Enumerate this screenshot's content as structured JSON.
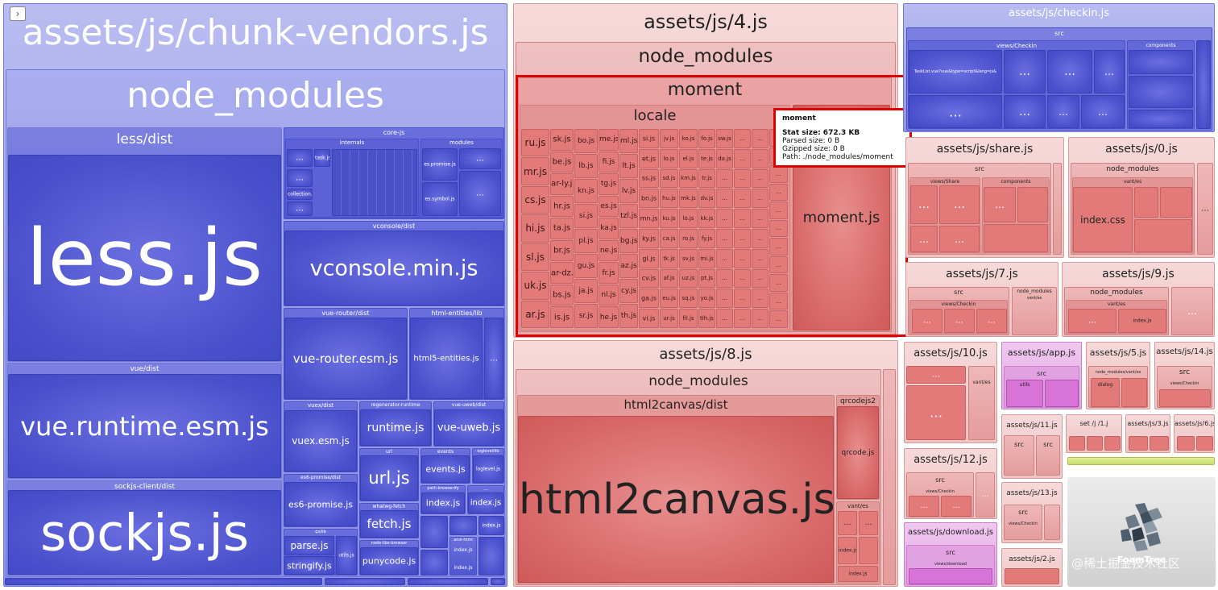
{
  "ui": {
    "toggle_glyph": "›",
    "dots": "…"
  },
  "vendors": {
    "title": "assets/js/chunk-vendors.js",
    "node_modules": "node_modules",
    "less_dist": "less/dist",
    "less_js": "less.js",
    "vue_dist": "vue/dist",
    "vue_runtime": "vue.runtime.esm.js",
    "sockjs_dist": "sockjs-client/dist",
    "sockjs": "sockjs.js",
    "core_js": "core-js",
    "internals": "internals",
    "modules": "modules",
    "es_promise": "es.promise.js",
    "es_symbol": "es.symbol.js",
    "task_js": "task.js",
    "collection_js": "collection.js",
    "vconsole_dist": "vconsole/dist",
    "vconsole": "vconsole.min.js",
    "vue_router_dist": "vue-router/dist",
    "vue_router": "vue-router.esm.js",
    "html_entities_lib": "html-entities/lib",
    "html5_entities": "html5-entities.js",
    "vuex_dist": "vuex/dist",
    "vuex": "vuex.esm.js",
    "regenerator": "regenerator-runtime",
    "runtime": "runtime.js",
    "vue_uweb_dist": "vue-uweb/dist",
    "vue_uweb": "vue-uweb.js",
    "es6_promise_dist": "es6-promise/dist",
    "es6_promise": "es6-promise.js",
    "url_pkg": "url",
    "url_js": "url.js",
    "events_pkg": "events",
    "events_js": "events.js",
    "loglevel_lib": "loglevel/lib",
    "loglevel": "loglevel.js",
    "whatwg": "whatwg-fetch",
    "fetch": "fetch.js",
    "path_browserify": "path-browserify",
    "index_js": "index.js",
    "qs_lib": "qs/lib",
    "parse": "parse.js",
    "stringify": "stringify.js",
    "utils": "utils.js",
    "node_libs": "node-libs-browser",
    "punycode": "punycode.js",
    "ansi_html": "ansi-html"
  },
  "asset4": {
    "title": "assets/js/4.js",
    "node_modules": "node_modules",
    "moment": "moment",
    "locale": "locale",
    "moment_js": "moment.js",
    "locale_cells": [
      "ru.js",
      "mr.js",
      "cs.js",
      "hi.js",
      "sl.js",
      "uk.js",
      "ar.js",
      "sk.js",
      "be.js",
      "ar-ly.js",
      "hr.js",
      "ta.js",
      "br.js",
      "ar-dz.js",
      "bs.js",
      "is.js",
      "bo.js",
      "lb.js",
      "kn.js",
      "si.js",
      "pl.js",
      "gu.js",
      "ja.js",
      "sr.js",
      "me.js",
      "fi.js",
      "tg.js",
      "es.js",
      "ka.js",
      "ne.js",
      "fr.js",
      "nl.js",
      "he.js",
      "ml.js",
      "lt.js",
      "lv.js",
      "tzl.js",
      "bg.js",
      "az.js",
      "cy.js",
      "th.js",
      "si.js",
      "et.js",
      "ss.js",
      "bn.js",
      "mn.js",
      "ky.js",
      "gl.js",
      "cv.js",
      "ga.js",
      "vi.js",
      "jv.js",
      "lo.js",
      "sd.js",
      "hu.js",
      "ku.js",
      "ca.js",
      "tk.js",
      "af.js",
      "eu.js",
      "ur.js",
      "ko.js",
      "el.js",
      "km.js",
      "mk.js",
      "lo.js",
      "ro.js",
      "sv.js",
      "uz.js",
      "sq.js",
      "fil.js",
      "fo.js",
      "te.js",
      "tr.js",
      "dv.js",
      "kk.js",
      "fy.js",
      "mi.js",
      "pt.js",
      "yo.js",
      "tlh.js",
      "sw.js",
      "da.js"
    ]
  },
  "tooltip": {
    "title": "moment",
    "stat": "Stat size: 672.3 KB",
    "parsed": "Parsed size: 0 B",
    "gzipped": "Gzipped size: 0 B",
    "path": "Path: ./node_modules/moment"
  },
  "asset8": {
    "title": "assets/js/8.js",
    "node_modules": "node_modules",
    "html2canvas_dist": "html2canvas/dist",
    "html2canvas": "html2canvas.js",
    "qrcodejs2": "qrcodejs2",
    "qrcode": "qrcode.js",
    "vant_es": "vant/es",
    "index_js": "index.js"
  },
  "checkin": {
    "title": "assets/js/checkin.js",
    "src": "src",
    "views_checkin": "views/Checkin",
    "components": "components",
    "task_vue": "TaskList.vue?vue&type=script&lang=js&"
  },
  "share": {
    "title": "assets/js/share.js",
    "src": "src",
    "views_share": "views/Share",
    "components": "components"
  },
  "a0": {
    "title": "assets/js/0.js",
    "node_modules": "node_modules",
    "vant_es": "vant/es",
    "index_css": "index.css"
  },
  "a7": {
    "title": "assets/js/7.js",
    "src": "src",
    "views_checkin": "views/Checkin",
    "node_modules": "node_modules",
    "vant_es": "vant/es"
  },
  "a9": {
    "title": "assets/js/9.js",
    "node_modules": "node_modules",
    "vant_es": "vant/es",
    "index_js": "index.js"
  },
  "a10": {
    "title": "assets/js/10.js",
    "vant_es": "vant/es"
  },
  "app": {
    "title": "assets/js/app.js",
    "src": "src",
    "utils": "utils"
  },
  "a5": {
    "title": "assets/js/5.js",
    "node_modules_vant": "node_modules/vant/es",
    "dialog": "dialog"
  },
  "a14": {
    "title": "assets/js/14.js",
    "src": "src",
    "views_checkin": "views/Checkin"
  },
  "a11": {
    "title": "assets/js/11.js",
    "src": "src"
  },
  "set": {
    "title": "set /j /1.j"
  },
  "a3": {
    "title": "assets/js/3.js"
  },
  "a6": {
    "title": "assets/js/6.js"
  },
  "a12": {
    "title": "assets/js/12.js",
    "src": "src",
    "views_checkin": "views/Checkin"
  },
  "a13": {
    "title": "assets/js/13.js",
    "src": "src",
    "views_checkin": "views/Checkin"
  },
  "download": {
    "title": "assets/js/download.js",
    "src": "src",
    "views_download": "views/download"
  },
  "a2": {
    "title": "assets/js/2.js"
  },
  "logo": {
    "name": "FoamTree"
  },
  "watermark": "@稀土掘金技术社区"
}
